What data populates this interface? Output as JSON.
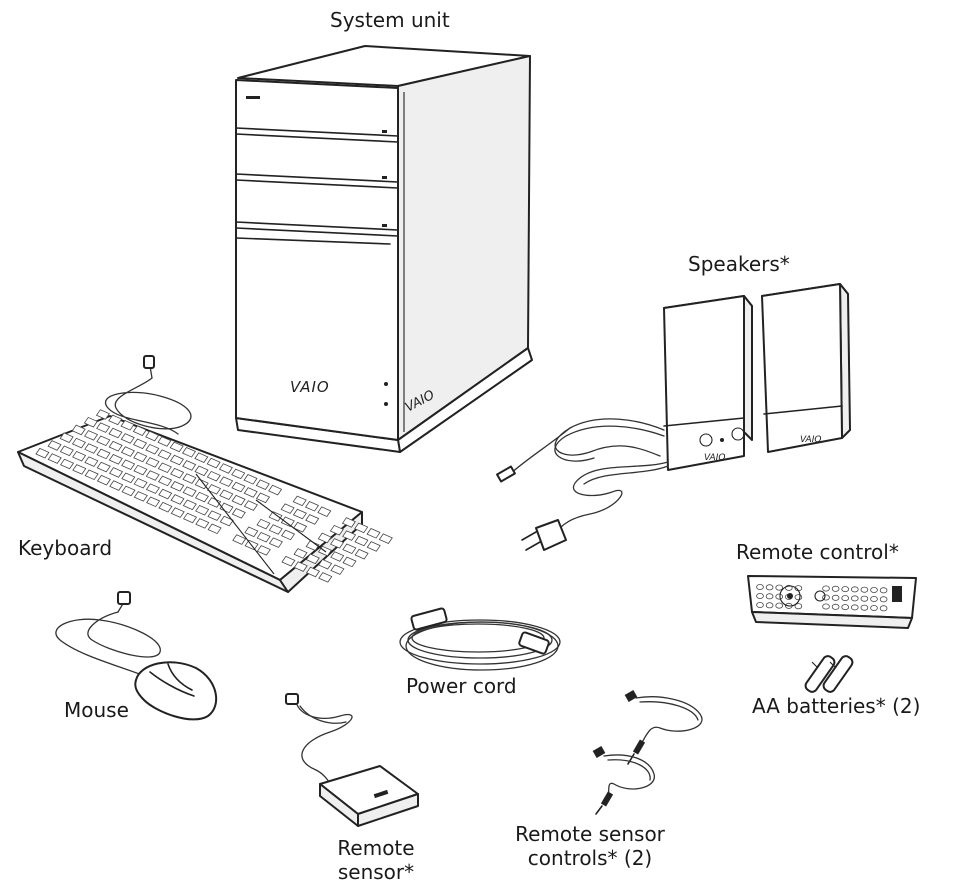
{
  "labels": {
    "system_unit": "System unit",
    "speakers": "Speakers*",
    "keyboard": "Keyboard",
    "remote_control": "Remote control*",
    "mouse": "Mouse",
    "power_cord": "Power cord",
    "aa_batteries": "AA batteries* (2)",
    "remote_sensor_line1": "Remote",
    "remote_sensor_line2": "sensor*",
    "remote_sensor_controls_line1": "Remote sensor",
    "remote_sensor_controls_line2": "controls* (2)"
  },
  "brand_marks": {
    "tower_front": "VAIO",
    "tower_side": "VAIO",
    "speaker_left": "VAIO",
    "speaker_right": "VAIO"
  }
}
